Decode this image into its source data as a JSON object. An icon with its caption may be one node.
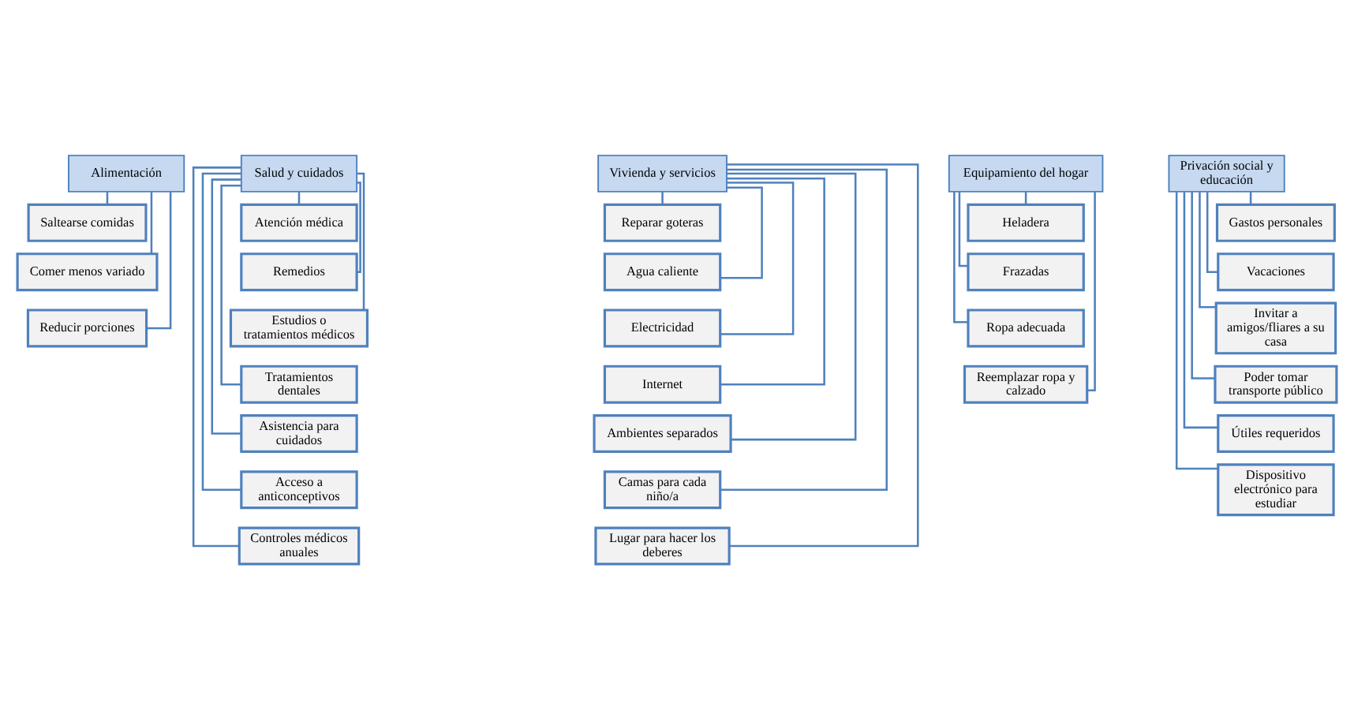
{
  "diagram": {
    "nodes": [
      {
        "text": [
          "Alimentación"
        ]
      },
      {
        "text": [
          "Saltearse comidas"
        ]
      },
      {
        "text": [
          "Comer menos variado"
        ]
      },
      {
        "text": [
          "Reducir porciones"
        ]
      },
      {
        "text": [
          "Salud y cuidados"
        ]
      },
      {
        "text": [
          "Atención médica"
        ]
      },
      {
        "text": [
          "Remedios"
        ]
      },
      {
        "text": [
          "Estudios o tratamientos médicos"
        ]
      },
      {
        "text": [
          "Tratamientos dentales"
        ]
      },
      {
        "text": [
          "Asistencia para cuidados"
        ]
      },
      {
        "text": [
          "Acceso a anticonceptivos"
        ]
      },
      {
        "text": [
          "Controles médicos anuales"
        ]
      },
      {
        "text": [
          "Vivienda y servicios"
        ]
      },
      {
        "text": [
          "Reparar goteras"
        ]
      },
      {
        "text": [
          "Agua caliente"
        ]
      },
      {
        "text": [
          "Electricidad"
        ]
      },
      {
        "text": [
          "Internet"
        ]
      },
      {
        "text": [
          "Ambientes separados"
        ]
      },
      {
        "text": [
          "Camas para cada niño/a"
        ]
      },
      {
        "text": [
          "Lugar para hacer los deberes"
        ]
      },
      {
        "text": [
          "Equipamiento del hogar"
        ]
      },
      {
        "text": [
          "Heladera"
        ]
      },
      {
        "text": [
          "Frazadas"
        ]
      },
      {
        "text": [
          "Ropa adecuada"
        ]
      },
      {
        "text": [
          "Reemplazar ropa y calzado"
        ]
      },
      {
        "text": [
          "Privación social y educación"
        ]
      },
      {
        "text": [
          "Gastos personales"
        ]
      },
      {
        "text": [
          "Vacaciones"
        ]
      },
      {
        "text": [
          "Invitar a amigos/fliares a su casa"
        ]
      },
      {
        "text": [
          "Poder tomar transporte público"
        ]
      },
      {
        "text": [
          "Útiles requeridos"
        ]
      },
      {
        "text": [
          "Dispositivo electrónico para estudiar"
        ]
      }
    ],
    "edges": [
      {
        "from": 0,
        "to": 1,
        "arrow": "none"
      },
      {
        "from": 0,
        "to": 2,
        "arrow": "none"
      },
      {
        "from": 0,
        "to": 3,
        "arrow": "none"
      },
      {
        "from": 4,
        "to": 5,
        "arrow": "none"
      },
      {
        "from": 4,
        "to": 6,
        "arrow": "none"
      },
      {
        "from": 4,
        "to": 7,
        "arrow": "none"
      },
      {
        "from": 4,
        "to": 8,
        "arrow": "none"
      },
      {
        "from": 4,
        "to": 9,
        "arrow": "none"
      },
      {
        "from": 4,
        "to": 10,
        "arrow": "none"
      },
      {
        "from": 4,
        "to": 11,
        "arrow": "none"
      },
      {
        "from": 12,
        "to": 13,
        "arrow": "none"
      },
      {
        "from": 12,
        "to": 14,
        "arrow": "none"
      },
      {
        "from": 12,
        "to": 15,
        "arrow": "none"
      },
      {
        "from": 12,
        "to": 16,
        "arrow": "none"
      },
      {
        "from": 12,
        "to": 17,
        "arrow": "none"
      },
      {
        "from": 12,
        "to": 18,
        "arrow": "none"
      },
      {
        "from": 12,
        "to": 19,
        "arrow": "none"
      },
      {
        "from": 20,
        "to": 21,
        "arrow": "none"
      },
      {
        "from": 20,
        "to": 22,
        "arrow": "none"
      },
      {
        "from": 20,
        "to": 23,
        "arrow": "none"
      },
      {
        "from": 20,
        "to": 24,
        "arrow": "none"
      },
      {
        "from": 25,
        "to": 26,
        "arrow": "none"
      },
      {
        "from": 25,
        "to": 27,
        "arrow": "none"
      },
      {
        "from": 25,
        "to": 28,
        "arrow": "none"
      },
      {
        "from": 25,
        "to": 29,
        "arrow": "none"
      },
      {
        "from": 25,
        "to": 30,
        "arrow": "none"
      },
      {
        "from": 25,
        "to": 31,
        "arrow": "none"
      }
    ]
  }
}
